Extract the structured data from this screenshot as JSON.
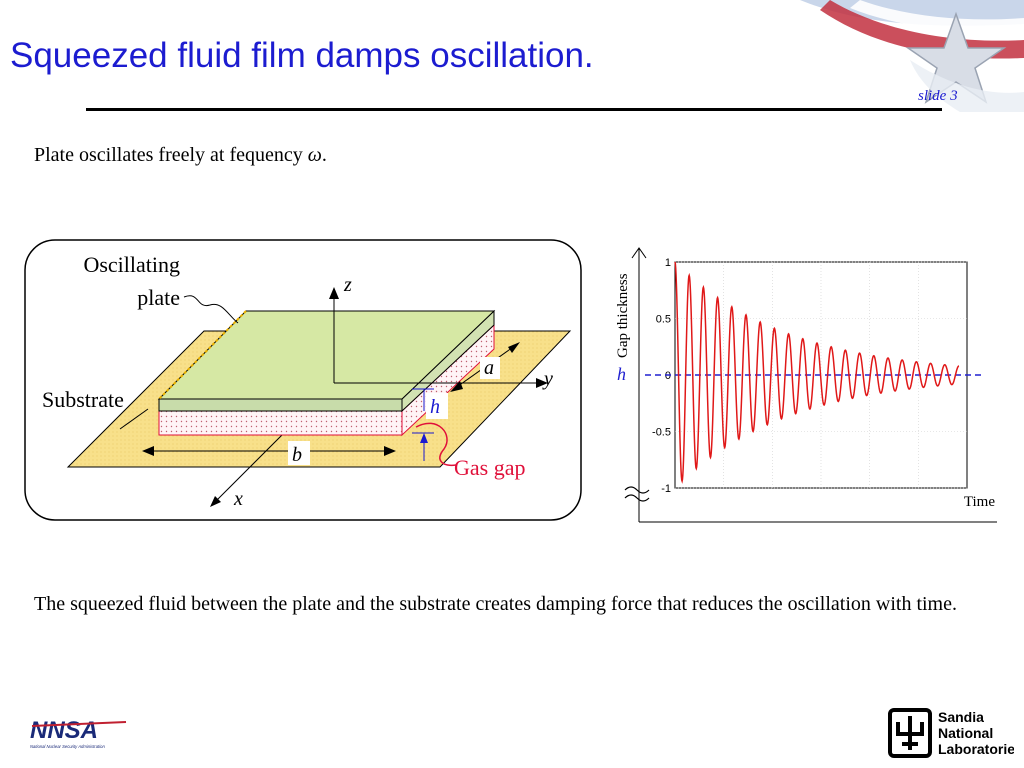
{
  "slide": {
    "title": "Squeezed fluid film damps oscillation.",
    "number_label": "slide 3"
  },
  "intro": {
    "text_before": "Plate oscillates freely at fequency ",
    "symbol": "ω",
    "text_after": "."
  },
  "diagram": {
    "labels": {
      "oscillating_plate_line1": "Oscillating",
      "oscillating_plate_line2": "plate",
      "substrate": "Substrate",
      "gas_gap": "Gas gap",
      "axis_x": "x",
      "axis_y": "y",
      "axis_z": "z",
      "dim_a": "a",
      "dim_b": "b",
      "dim_h": "h"
    },
    "colors": {
      "plate_top": "#d6e8a4",
      "substrate": "#f8e08a",
      "gap_edge": "#e0103a",
      "dimension_blue": "#1a1ad0"
    }
  },
  "chart_data": {
    "type": "line",
    "xlabel": "Time",
    "ylabel": "Gap thickness",
    "ylim": [
      -1,
      1
    ],
    "yticks": [
      "1",
      "0.5",
      "0",
      "-0.5",
      "-1"
    ],
    "reference_line": {
      "label": "h",
      "y": 0,
      "color": "#2020d0",
      "style": "dashed"
    },
    "series": [
      {
        "color": "#e01818",
        "model": "damped_sinusoid",
        "amplitude": 1.0,
        "cycles": 20,
        "final_amplitude": 0.08
      }
    ],
    "grid": true
  },
  "footer": {
    "nnsa": {
      "mark": "NNSA",
      "caption": "National Nuclear Security Administration"
    },
    "sandia": {
      "line1": "Sandia",
      "line2": "National",
      "line3": "Laboratories"
    }
  }
}
